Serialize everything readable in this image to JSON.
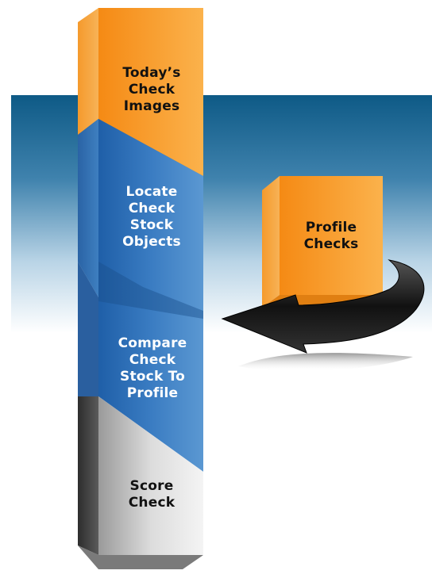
{
  "diagram": {
    "column_steps": [
      {
        "id": "todays-check-images",
        "lines": [
          "Today’s",
          "Check",
          "Images"
        ],
        "color": "#f7941d"
      },
      {
        "id": "locate-check-stock-objects",
        "lines": [
          "Locate",
          "Check",
          "Stock",
          "Objects"
        ],
        "color": "#2e6db4"
      },
      {
        "id": "compare-check-stock-to-profile",
        "lines": [
          "Compare",
          "Check",
          "Stock To",
          "Profile"
        ],
        "color": "#2e6db4"
      },
      {
        "id": "score-check",
        "lines": [
          "Score",
          "Check"
        ],
        "color": "#c8c8c8"
      }
    ],
    "side_box": {
      "id": "profile-checks",
      "lines": [
        "Profile",
        "Checks"
      ],
      "color": "#f7941d"
    },
    "arrow": {
      "from": "profile-checks",
      "to": "compare-check-stock-to-profile",
      "color": "#222222"
    },
    "colors": {
      "band_top": "#0e5a86",
      "band_bottom": "#ffffff",
      "orange": "#f7941d",
      "blue": "#2e6db4",
      "gray": "#4a4a4a"
    }
  }
}
